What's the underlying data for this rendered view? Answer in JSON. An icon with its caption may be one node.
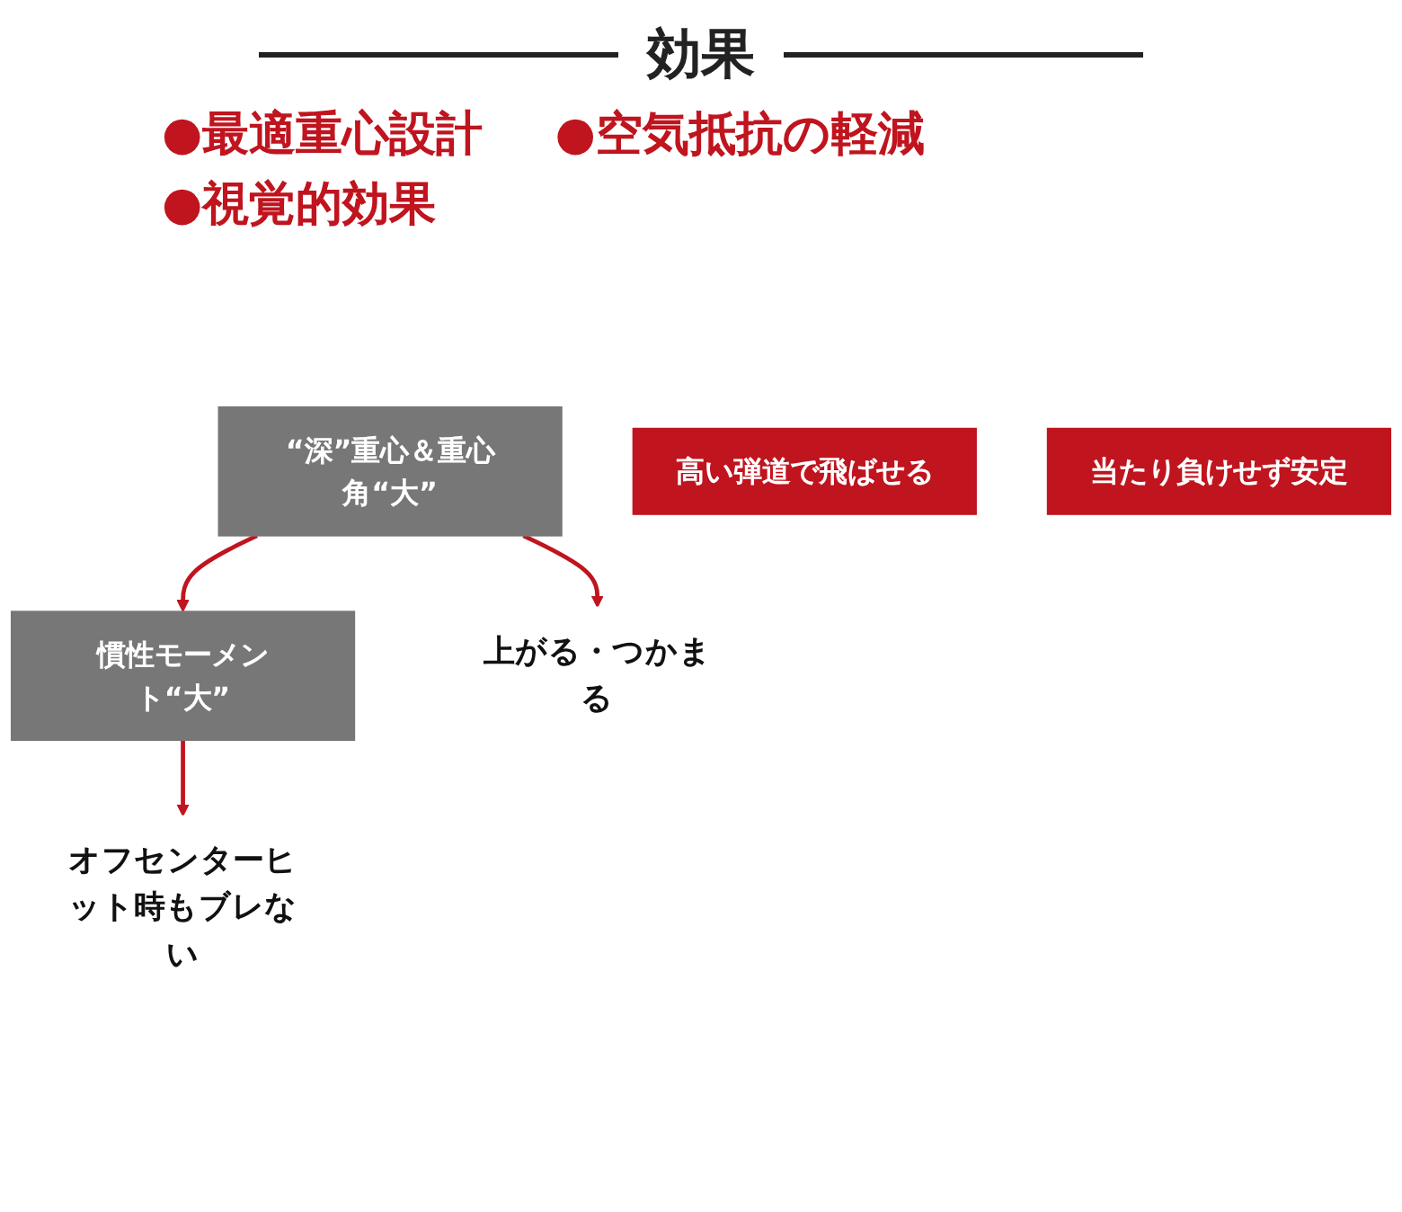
{
  "diagram": {
    "title": "効果",
    "nodes": [
      {
        "text": [
          "“深”重心＆重心角“大”"
        ]
      },
      {
        "text": [
          "慣性モーメント“大”"
        ]
      },
      {
        "text": [
          "上がる・つかまる"
        ]
      },
      {
        "text": [
          "オフセンターヒット時もブレない"
        ]
      },
      {
        "text": [
          "高い弾道で飛ばせる"
        ]
      },
      {
        "text": [
          "当たり負けせず安定"
        ]
      }
    ],
    "edges": [
      {
        "from": 0,
        "to": 1,
        "arrow": "to"
      },
      {
        "from": 0,
        "to": 2,
        "arrow": "to"
      },
      {
        "from": 1,
        "to": 3,
        "arrow": "to"
      }
    ],
    "labels": [
      "●最適重心設計",
      "●空気抵抗の軽減",
      "●視覚的効果"
    ]
  }
}
